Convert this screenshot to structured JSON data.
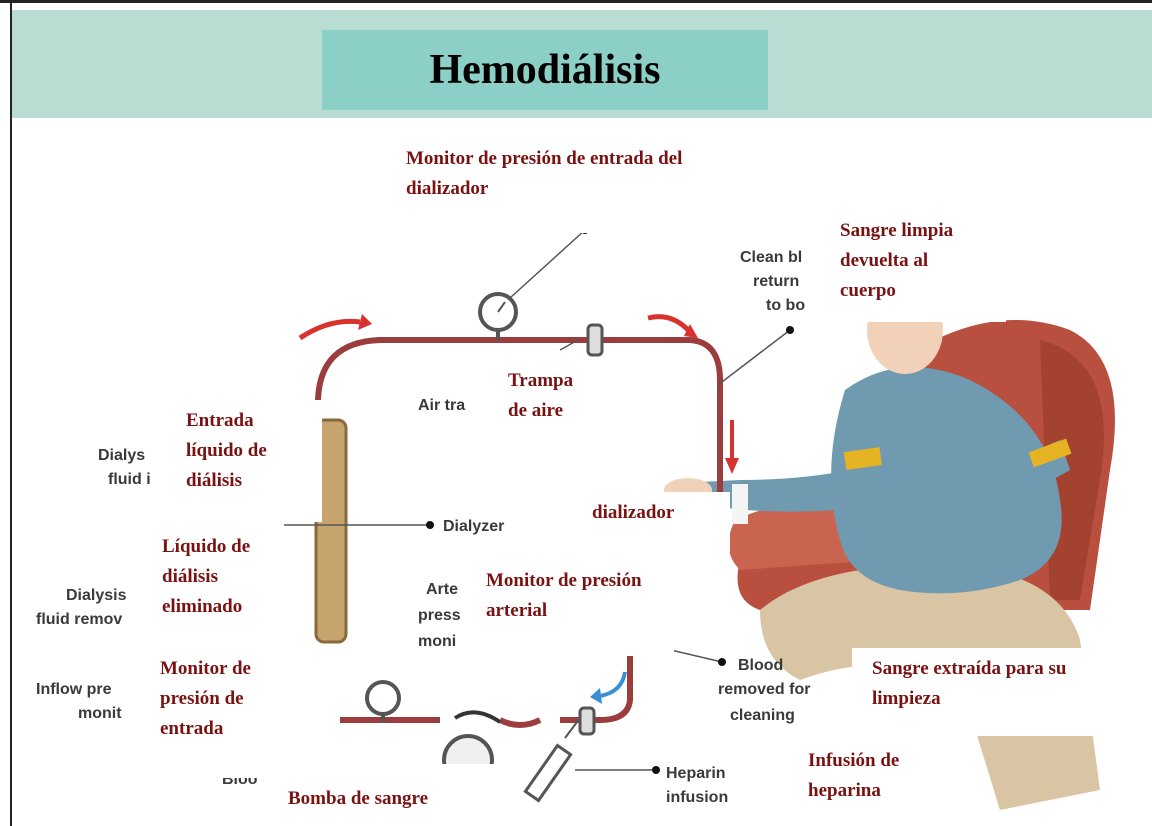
{
  "title": "Hemodiálisis",
  "diagram_labels_en": {
    "clean_blood": [
      "Clean bl",
      "return",
      "to bo"
    ],
    "air_trap": "Air tra",
    "dialysis_fluid_in": [
      "Dialys",
      "fluid i"
    ],
    "dialyzer": "Dialyzer",
    "dialysis_fluid_removed": [
      "Dialysis",
      "fluid remov"
    ],
    "arterial": [
      "Arte",
      "press",
      "moni"
    ],
    "inflow": [
      "Inflow pre",
      "monit"
    ],
    "blood_removed": [
      "Blood",
      "removed for",
      "cleaning"
    ],
    "heparin": [
      "Heparin",
      "infusion"
    ],
    "blood_pump": "Bloo"
  },
  "labels_es": {
    "monitor_entrada_dializador": "Monitor de presión de entrada del dializador",
    "sangre_limpia": "Sangre limpia devuelta al cuerpo",
    "trampa_aire": "Trampa de aire",
    "entrada_liquido": "Entrada líquido de diálisis",
    "dializador": "dializador",
    "liquido_eliminado": "Líquido de diálisis eliminado",
    "monitor_arterial": "Monitor de presión arterial",
    "monitor_entrada": "Monitor de presión de entrada",
    "sangre_extraida": "Sangre extraída para su limpieza",
    "infusion_heparina": "Infusión de heparina",
    "bomba_sangre": "Bomba de sangre"
  },
  "colors": {
    "tube": "#9b3d3d",
    "arrow": "#d8322e",
    "blue_arrow": "#3a8fd0",
    "label_text": "#7a1212",
    "header": "#b9ddd3",
    "title_box": "#8ccfc6"
  }
}
